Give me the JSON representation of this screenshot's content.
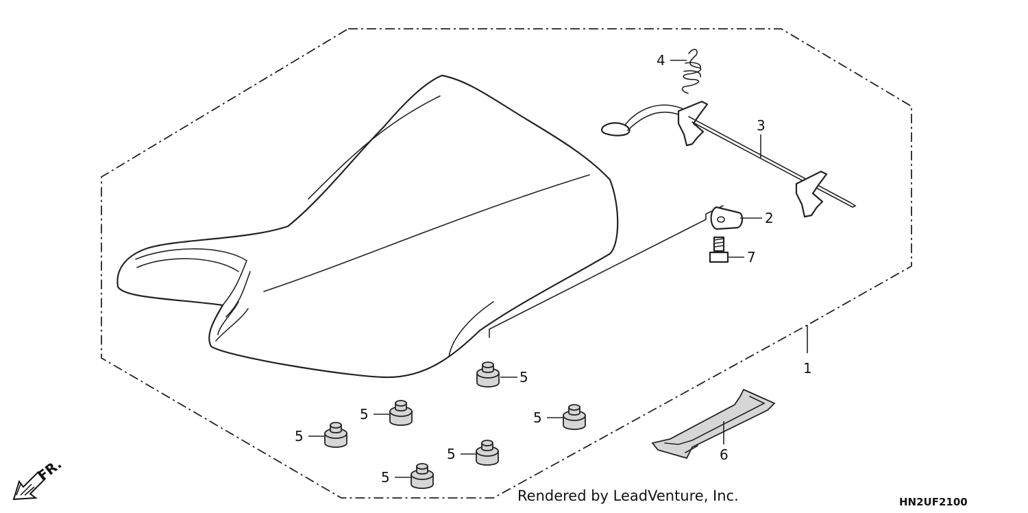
{
  "callouts": {
    "seat": "1",
    "plate": "2",
    "rod": "3",
    "spring": "4",
    "cushion": "5",
    "band": "6",
    "bolt": "7"
  },
  "direction": {
    "label": "FR."
  },
  "footer": {
    "credit": "Rendered by LeadVenture, Inc.",
    "diagram_code": "HN2UF2100"
  },
  "colors": {
    "line": "#222222",
    "background": "#ffffff",
    "rubber_fill": "#d6d6d6"
  },
  "icons": [
    "front-direction-arrow-icon"
  ]
}
